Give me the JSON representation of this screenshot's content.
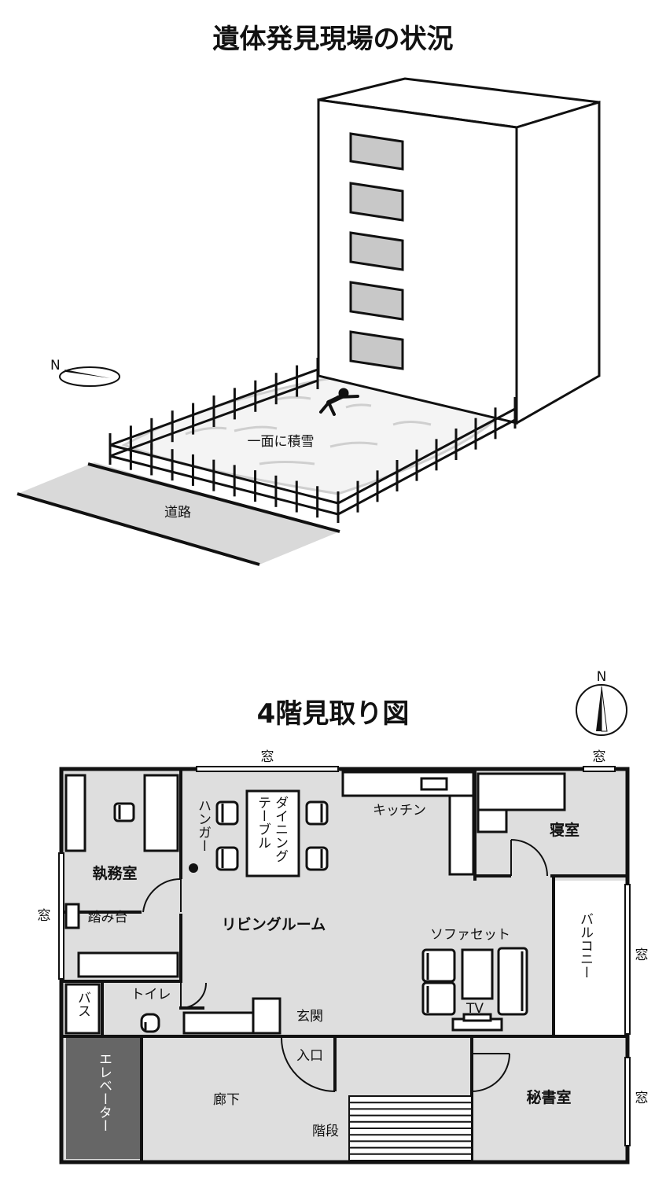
{
  "scene": {
    "title": "遺体発見現場の状況",
    "north": "N",
    "snow_label": "一面に積雪",
    "road_label": "道路"
  },
  "floorplan": {
    "title": "4階見取り図",
    "north": "N",
    "rooms": {
      "office": "執務室",
      "living": "リビングルーム",
      "bedroom": "寝室",
      "kitchen": "キッチン",
      "balcony": "バルコニー",
      "bath": "バス",
      "toilet": "トイレ",
      "entrance_hall": "玄関",
      "entrance": "入口",
      "corridor": "廊下",
      "stairs": "階段",
      "elevator": "エレベーター",
      "secretary": "秘書室"
    },
    "furniture": {
      "step_stool": "踏み台",
      "hanger": "ハンガー",
      "dining_line1": "ダイニング",
      "dining_line2": "テーブル",
      "sofa": "ソファセット",
      "tv": "TV"
    },
    "windows": {
      "top": "窓",
      "top_right": "窓",
      "left": "窓",
      "right_balcony": "窓",
      "right_secretary": "窓"
    }
  }
}
